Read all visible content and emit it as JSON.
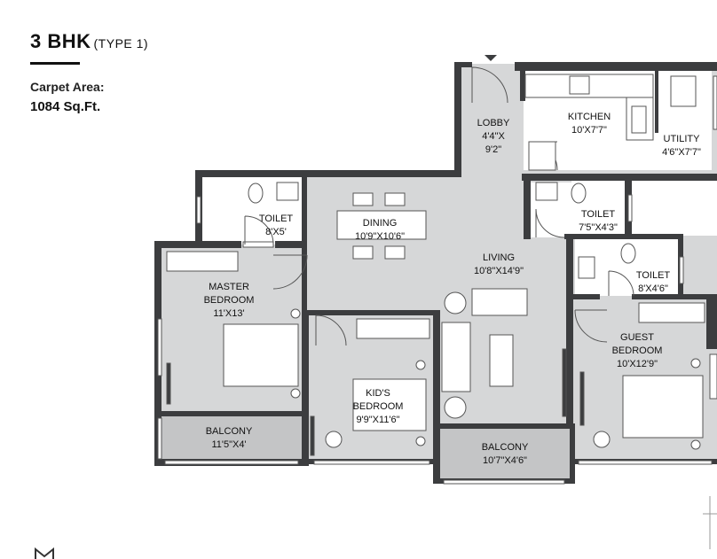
{
  "header": {
    "title": "3 BHK",
    "subtitle": "(TYPE 1)",
    "area_label": "Carpet Area:",
    "area_value": "1084 Sq.Ft."
  },
  "rooms": {
    "lobby": {
      "name": "LOBBY",
      "dim1": "4'4\"X",
      "dim2": "9'2\""
    },
    "kitchen": {
      "name": "KITCHEN",
      "dim": "10'X7'7\""
    },
    "utility": {
      "name": "UTILITY",
      "dim": "4'6\"X7'7\""
    },
    "toilet1": {
      "name": "TOILET",
      "dim": "8'X5'"
    },
    "dining": {
      "name": "DINING",
      "dim": "10'9\"X10'6\""
    },
    "toilet2": {
      "name": "TOILET",
      "dim": "7'5\"X4'3\""
    },
    "living": {
      "name": "LIVING",
      "dim": "10'8\"X14'9\""
    },
    "toilet3": {
      "name": "TOILET",
      "dim": "8'X4'6\""
    },
    "master": {
      "name1": "MASTER",
      "name2": "BEDROOM",
      "dim": "11'X13'"
    },
    "guest": {
      "name1": "GUEST",
      "name2": "BEDROOM",
      "dim": "10'X12'9\""
    },
    "kids": {
      "name1": "KID'S",
      "name2": "BEDROOM",
      "dim": "9'9\"X11'6\""
    },
    "balcony1": {
      "name": "BALCONY",
      "dim": "11'5\"X4'"
    },
    "balcony2": {
      "name": "BALCONY",
      "dim": "10'7\"X4'6\""
    }
  },
  "colors": {
    "wall": "#3c3d3f",
    "floor": "#d6d7d8",
    "balcony": "#c4c5c6",
    "line": "#555555"
  }
}
